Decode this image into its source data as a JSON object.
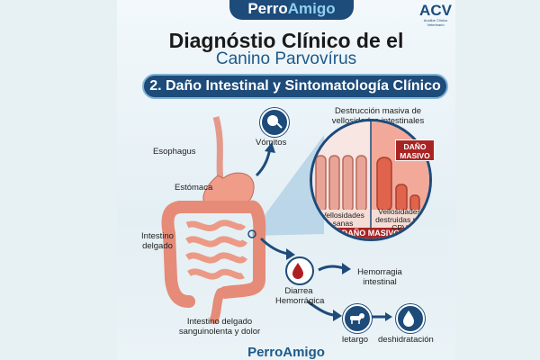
{
  "brand": {
    "part1": "Perro",
    "part2": "Amigo"
  },
  "logo": {
    "name": "ACV",
    "subtitle": "Auxiliar Clínico Veterinario"
  },
  "title": {
    "line1": "Diagnóstio Clínico de el",
    "line2": "Canino Parvovírus"
  },
  "section_banner": "2. Daño Intestinal y Sintomatología Clínico",
  "anatomy_labels": {
    "esophagus": "Esophagus",
    "stomach": "Estómaca",
    "small_intestine": "Intestino delgado",
    "bottom": "Intestino delgado sanguinolenta y dolor"
  },
  "symptoms": {
    "vomiting": "Vómitos",
    "diarrhea": "Diarrea Hemorrágica",
    "hemorrhage": "Hemorragia intestinal",
    "lethargy": "letargo",
    "dehydration": "deshidratación"
  },
  "magnifier": {
    "heading": "Destrucción masiva de vellosidades intestinales",
    "healthy_label": "Vellosidades sanas",
    "destroyed_label": "Vellosidades destruidas por CPV",
    "badge": "DAÑO MASIVO",
    "bottom_strip": "DAÑO MASIVO"
  },
  "footer_brand": "PerroAmigo",
  "colors": {
    "navy": "#1d4b7a",
    "accent_blue": "#1d5a8a",
    "damage_red": "#a82424",
    "tissue_pink": "#e88a7a"
  },
  "icons": [
    "vomit-face-icon",
    "blood-drop-icon",
    "dog-icon",
    "water-drop-icon",
    "arrow-icon"
  ]
}
